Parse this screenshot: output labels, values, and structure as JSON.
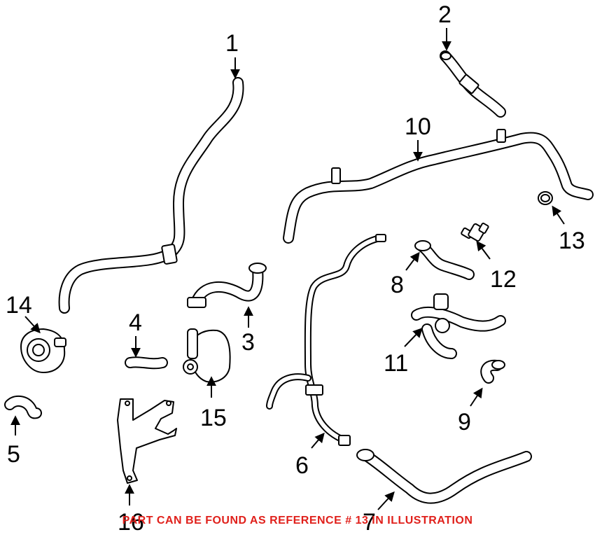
{
  "footer_note": "PART CAN BE FOUND AS REFERENCE # 13 IN ILLUSTRATION",
  "colors": {
    "note": "#e0201b",
    "line": "#000000",
    "background": "#ffffff"
  },
  "callouts": {
    "c1": "1",
    "c2": "2",
    "c3": "3",
    "c4": "4",
    "c5": "5",
    "c6": "6",
    "c7": "7",
    "c8": "8",
    "c9": "9",
    "c10": "10",
    "c11": "11",
    "c12": "12",
    "c13": "13",
    "c14": "14",
    "c15": "15",
    "c16": "16"
  }
}
